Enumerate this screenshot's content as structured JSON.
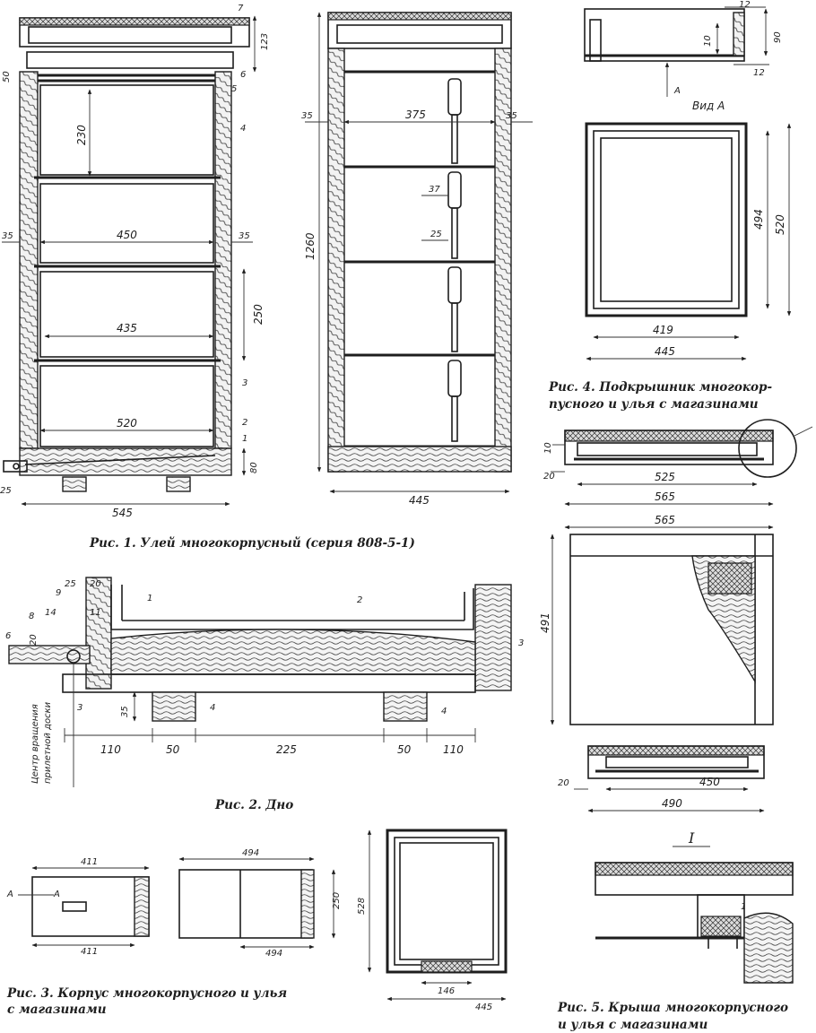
{
  "captions": {
    "fig1": "Рис. 1. Улей многокорпусный (серия 808-5-1)",
    "fig2": "Рис. 2. Дно",
    "fig3_line1": "Рис. 3. Корпус многокорпусного и улья",
    "fig3_line2": "с магазинами",
    "fig4_line1": "Рис. 4. Подкрышник многокор-",
    "fig4_line2": "пусного и улья с магазинами",
    "fig5_line1": "Рис. 5. Крыша многокорпусного",
    "fig5_line2": "и улья с магазинами"
  },
  "labels": {
    "view_a": "Вид А",
    "section_1": "I",
    "arrow_a": "А",
    "center_note_line1": "Центр вращения",
    "center_note_line2": "прилетной доски"
  },
  "fig1": {
    "dims": [
      "50",
      "123",
      "230",
      "35",
      "450",
      "35",
      "250",
      "435",
      "520",
      "80",
      "25",
      "545"
    ],
    "callouts": [
      "7",
      "6",
      "5",
      "4",
      "3",
      "2",
      "1"
    ]
  },
  "fig1b": {
    "dims": [
      "35",
      "375",
      "35",
      "37",
      "25",
      "1260",
      "445"
    ]
  },
  "fig2": {
    "dims": [
      "25",
      "20",
      "14",
      "11",
      "20",
      "35",
      "110",
      "50",
      "225",
      "50",
      "110"
    ],
    "callouts": [
      "9",
      "8",
      "6",
      "1",
      "2",
      "3",
      "3",
      "4",
      "4"
    ]
  },
  "fig3": {
    "dims": [
      "411",
      "411",
      "494",
      "494",
      "250",
      "528",
      "445",
      "146"
    ]
  },
  "fig4": {
    "dims": [
      "12",
      "10",
      "90",
      "12",
      "494",
      "520",
      "419",
      "445"
    ]
  },
  "fig5": {
    "dims": [
      "10",
      "20",
      "525",
      "565",
      "565",
      "491",
      "450",
      "20",
      "490"
    ],
    "callouts": [
      "1"
    ]
  }
}
